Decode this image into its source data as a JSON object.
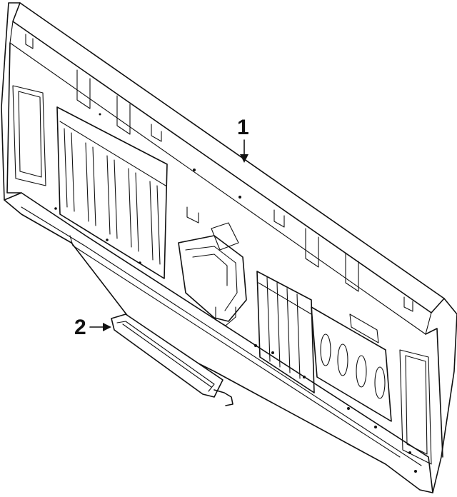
{
  "callouts": [
    {
      "number": "1",
      "part": "tailgate-panel"
    },
    {
      "number": "2",
      "part": "tailgate-support-strut"
    }
  ],
  "colors": {
    "line": "#111111",
    "background": "#ffffff"
  }
}
